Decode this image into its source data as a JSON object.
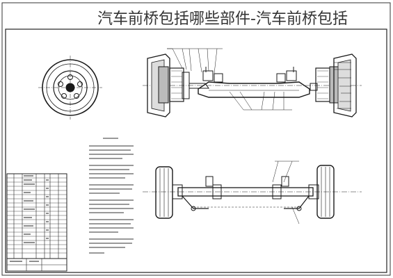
{
  "title": "汽车前桥包括哪些部件-汽车前桥包括",
  "drawing": {
    "type": "engineering-drawing",
    "views": [
      "wheel-hub-side-view",
      "front-axle-section-view",
      "front-axle-top-view"
    ],
    "line_color": "#1a1a1a",
    "frame_color": "#222222"
  }
}
